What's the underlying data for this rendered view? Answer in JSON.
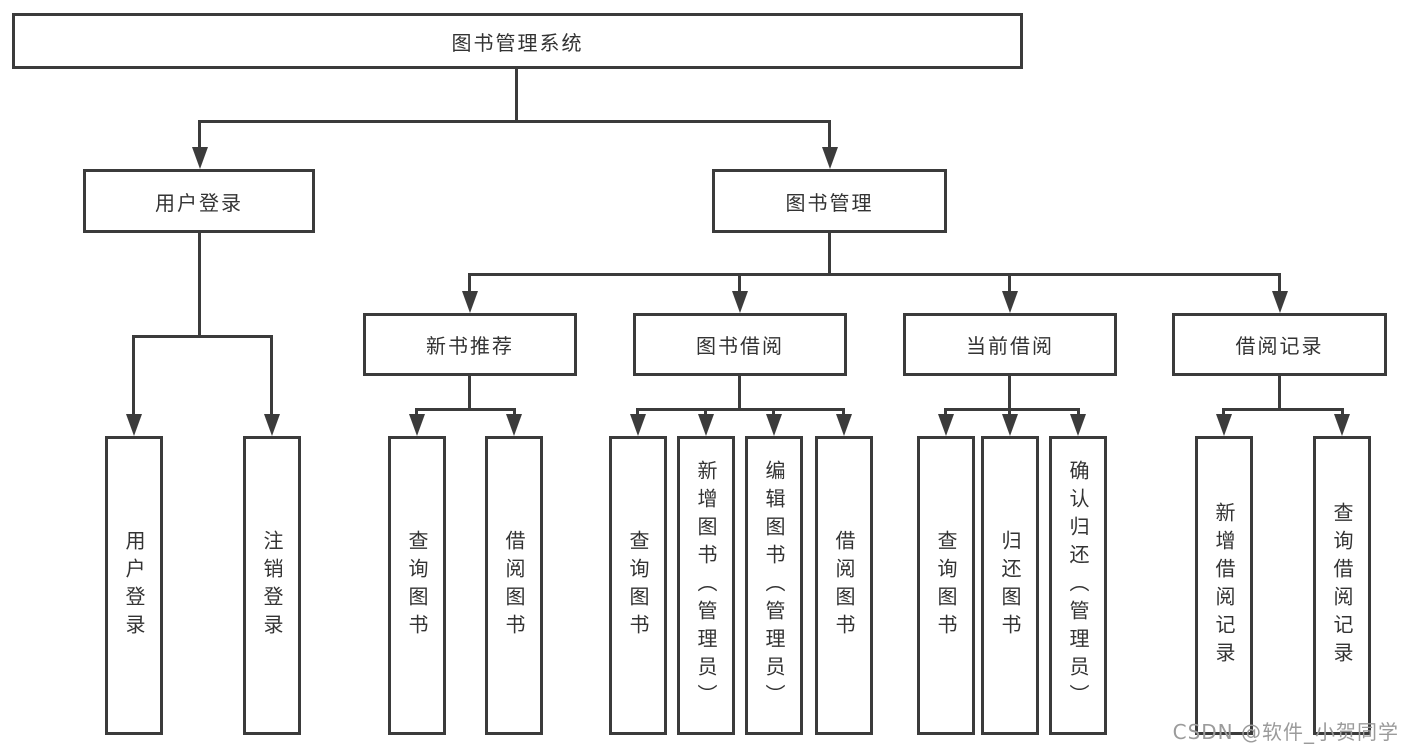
{
  "diagram": {
    "title": "图书管理系统",
    "colors": {
      "line": "#3b3b3b",
      "text": "#333333",
      "background": "#ffffff"
    },
    "root": {
      "label": "图书管理系统",
      "children": [
        {
          "label": "用户登录",
          "children": [
            {
              "label": "用户登录"
            },
            {
              "label": "注销登录"
            }
          ]
        },
        {
          "label": "图书管理",
          "children": [
            {
              "label": "新书推荐",
              "children": [
                {
                  "label": "查询图书"
                },
                {
                  "label": "借阅图书"
                }
              ]
            },
            {
              "label": "图书借阅",
              "children": [
                {
                  "label": "查询图书"
                },
                {
                  "label": "新增图书（管理员）"
                },
                {
                  "label": "编辑图书（管理员）"
                },
                {
                  "label": "借阅图书"
                }
              ]
            },
            {
              "label": "当前借阅",
              "children": [
                {
                  "label": "查询图书"
                },
                {
                  "label": "归还图书"
                },
                {
                  "label": "确认归还（管理员）"
                }
              ]
            },
            {
              "label": "借阅记录",
              "children": [
                {
                  "label": "新增借阅记录"
                },
                {
                  "label": "查询借阅记录"
                }
              ]
            }
          ]
        }
      ]
    }
  },
  "watermark": {
    "text": "CSDN @软件_小贺同学",
    "color": "#9b9b9b"
  }
}
